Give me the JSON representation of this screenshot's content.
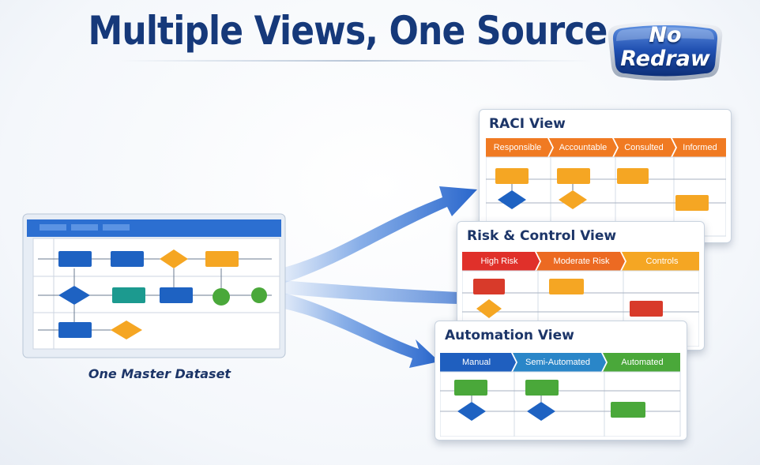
{
  "title": "Multiple Views, One Source",
  "badge": {
    "line1": "No",
    "line2": "Redraw"
  },
  "master": {
    "caption": "One Master Dataset"
  },
  "views": [
    {
      "title": "RACI View",
      "lanes": [
        "Responsible",
        "Accountable",
        "Consulted",
        "Informed"
      ],
      "color": "#f07a22"
    },
    {
      "title": "Risk & Control View",
      "lanes": [
        "High Risk",
        "Moderate Risk",
        "Controls"
      ],
      "colors": [
        "#e0302a",
        "#ec6a22",
        "#f5a623"
      ]
    },
    {
      "title": "Automation View",
      "lanes": [
        "Manual",
        "Semi-Automated",
        "Automated"
      ],
      "colors": [
        "#1f5fbf",
        "#2a86c8",
        "#4aa83a"
      ]
    }
  ],
  "colors": {
    "title": "#16397a",
    "blue": "#1e62c2",
    "orange": "#f5a623",
    "green": "#4aa83a",
    "red": "#d83a2a",
    "teal": "#1c9a8f"
  }
}
